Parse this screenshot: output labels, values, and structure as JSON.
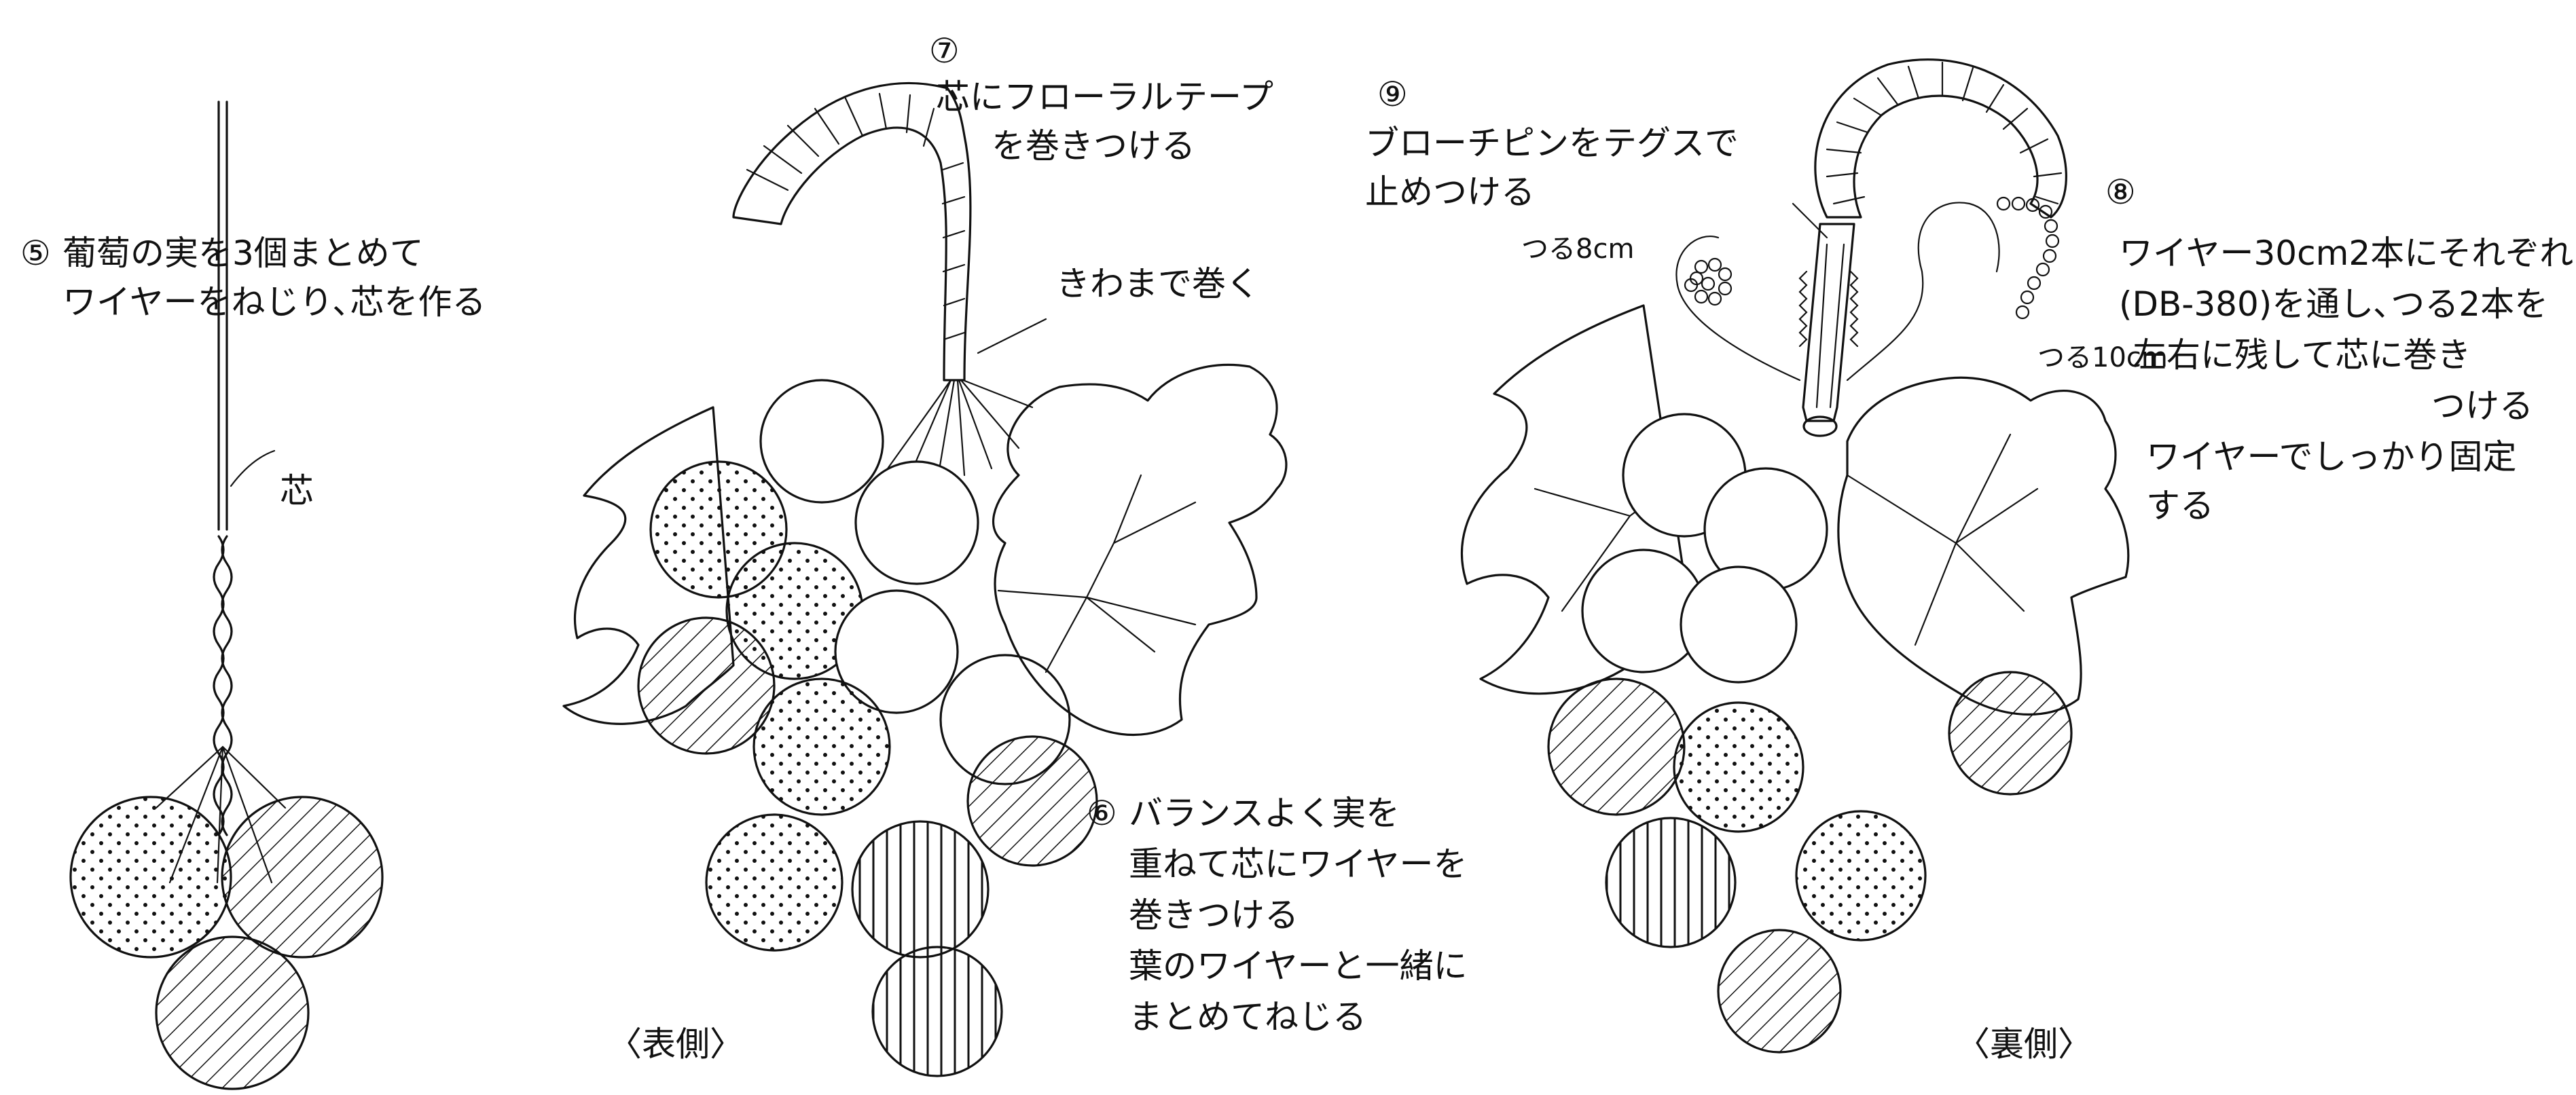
{
  "steps": {
    "step5": {
      "number": "⑤",
      "lines": [
        "葡萄の実を3個まとめて",
        "ワイヤーをねじり､芯を作る"
      ],
      "core_label": "芯"
    },
    "step7": {
      "number": "⑦",
      "lines": [
        "芯にフローラルテープ",
        "を巻きつける"
      ],
      "wrap_note": "きわまで巻く"
    },
    "step6": {
      "number": "⑥",
      "lines": [
        "バランスよく実を",
        "重ねて芯にワイヤーを",
        "巻きつける",
        "葉のワイヤーと一緒に",
        "まとめてねじる"
      ]
    },
    "step9": {
      "number": "⑨",
      "lines": [
        "ブローチピンをテグスで",
        "止めつける"
      ]
    },
    "step8": {
      "number": "⑧",
      "lines": [
        "ワイヤー30cm2本にそれぞれ",
        "(DB-380)を通し､つる2本を",
        "左右に残して芯に巻き",
        "つける",
        "ワイヤーでしっかり固定",
        "する"
      ],
      "vine_left": "つる8cm",
      "vine_right": "つる10cm"
    }
  },
  "captions": {
    "front": "〈表側〉",
    "back": "〈裏側〉"
  },
  "legend_colors": {
    "ink": "#111111",
    "paper": "#ffffff"
  }
}
